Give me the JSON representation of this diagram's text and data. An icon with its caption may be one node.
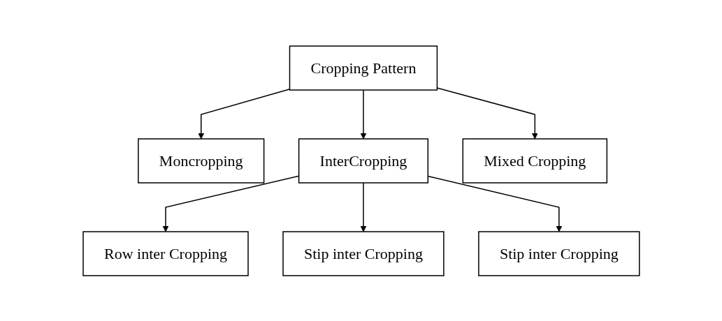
{
  "diagram": {
    "nodes": [
      {
        "text": [
          "Cropping Pattern"
        ]
      },
      {
        "text": [
          "Moncropping"
        ]
      },
      {
        "text": [
          "InterCropping"
        ]
      },
      {
        "text": [
          "Mixed Cropping"
        ]
      },
      {
        "text": [
          "Row inter Cropping"
        ]
      },
      {
        "text": [
          "Stip inter Cropping"
        ]
      },
      {
        "text": [
          "Stip inter Cropping"
        ]
      }
    ],
    "edges": [
      {
        "from": 0,
        "to": 1,
        "arrow": "to"
      },
      {
        "from": 0,
        "to": 2,
        "arrow": "to"
      },
      {
        "from": 0,
        "to": 3,
        "arrow": "to"
      },
      {
        "from": 2,
        "to": 4,
        "arrow": "to"
      },
      {
        "from": 2,
        "to": 5,
        "arrow": "to"
      },
      {
        "from": 2,
        "to": 6,
        "arrow": "to"
      }
    ]
  }
}
